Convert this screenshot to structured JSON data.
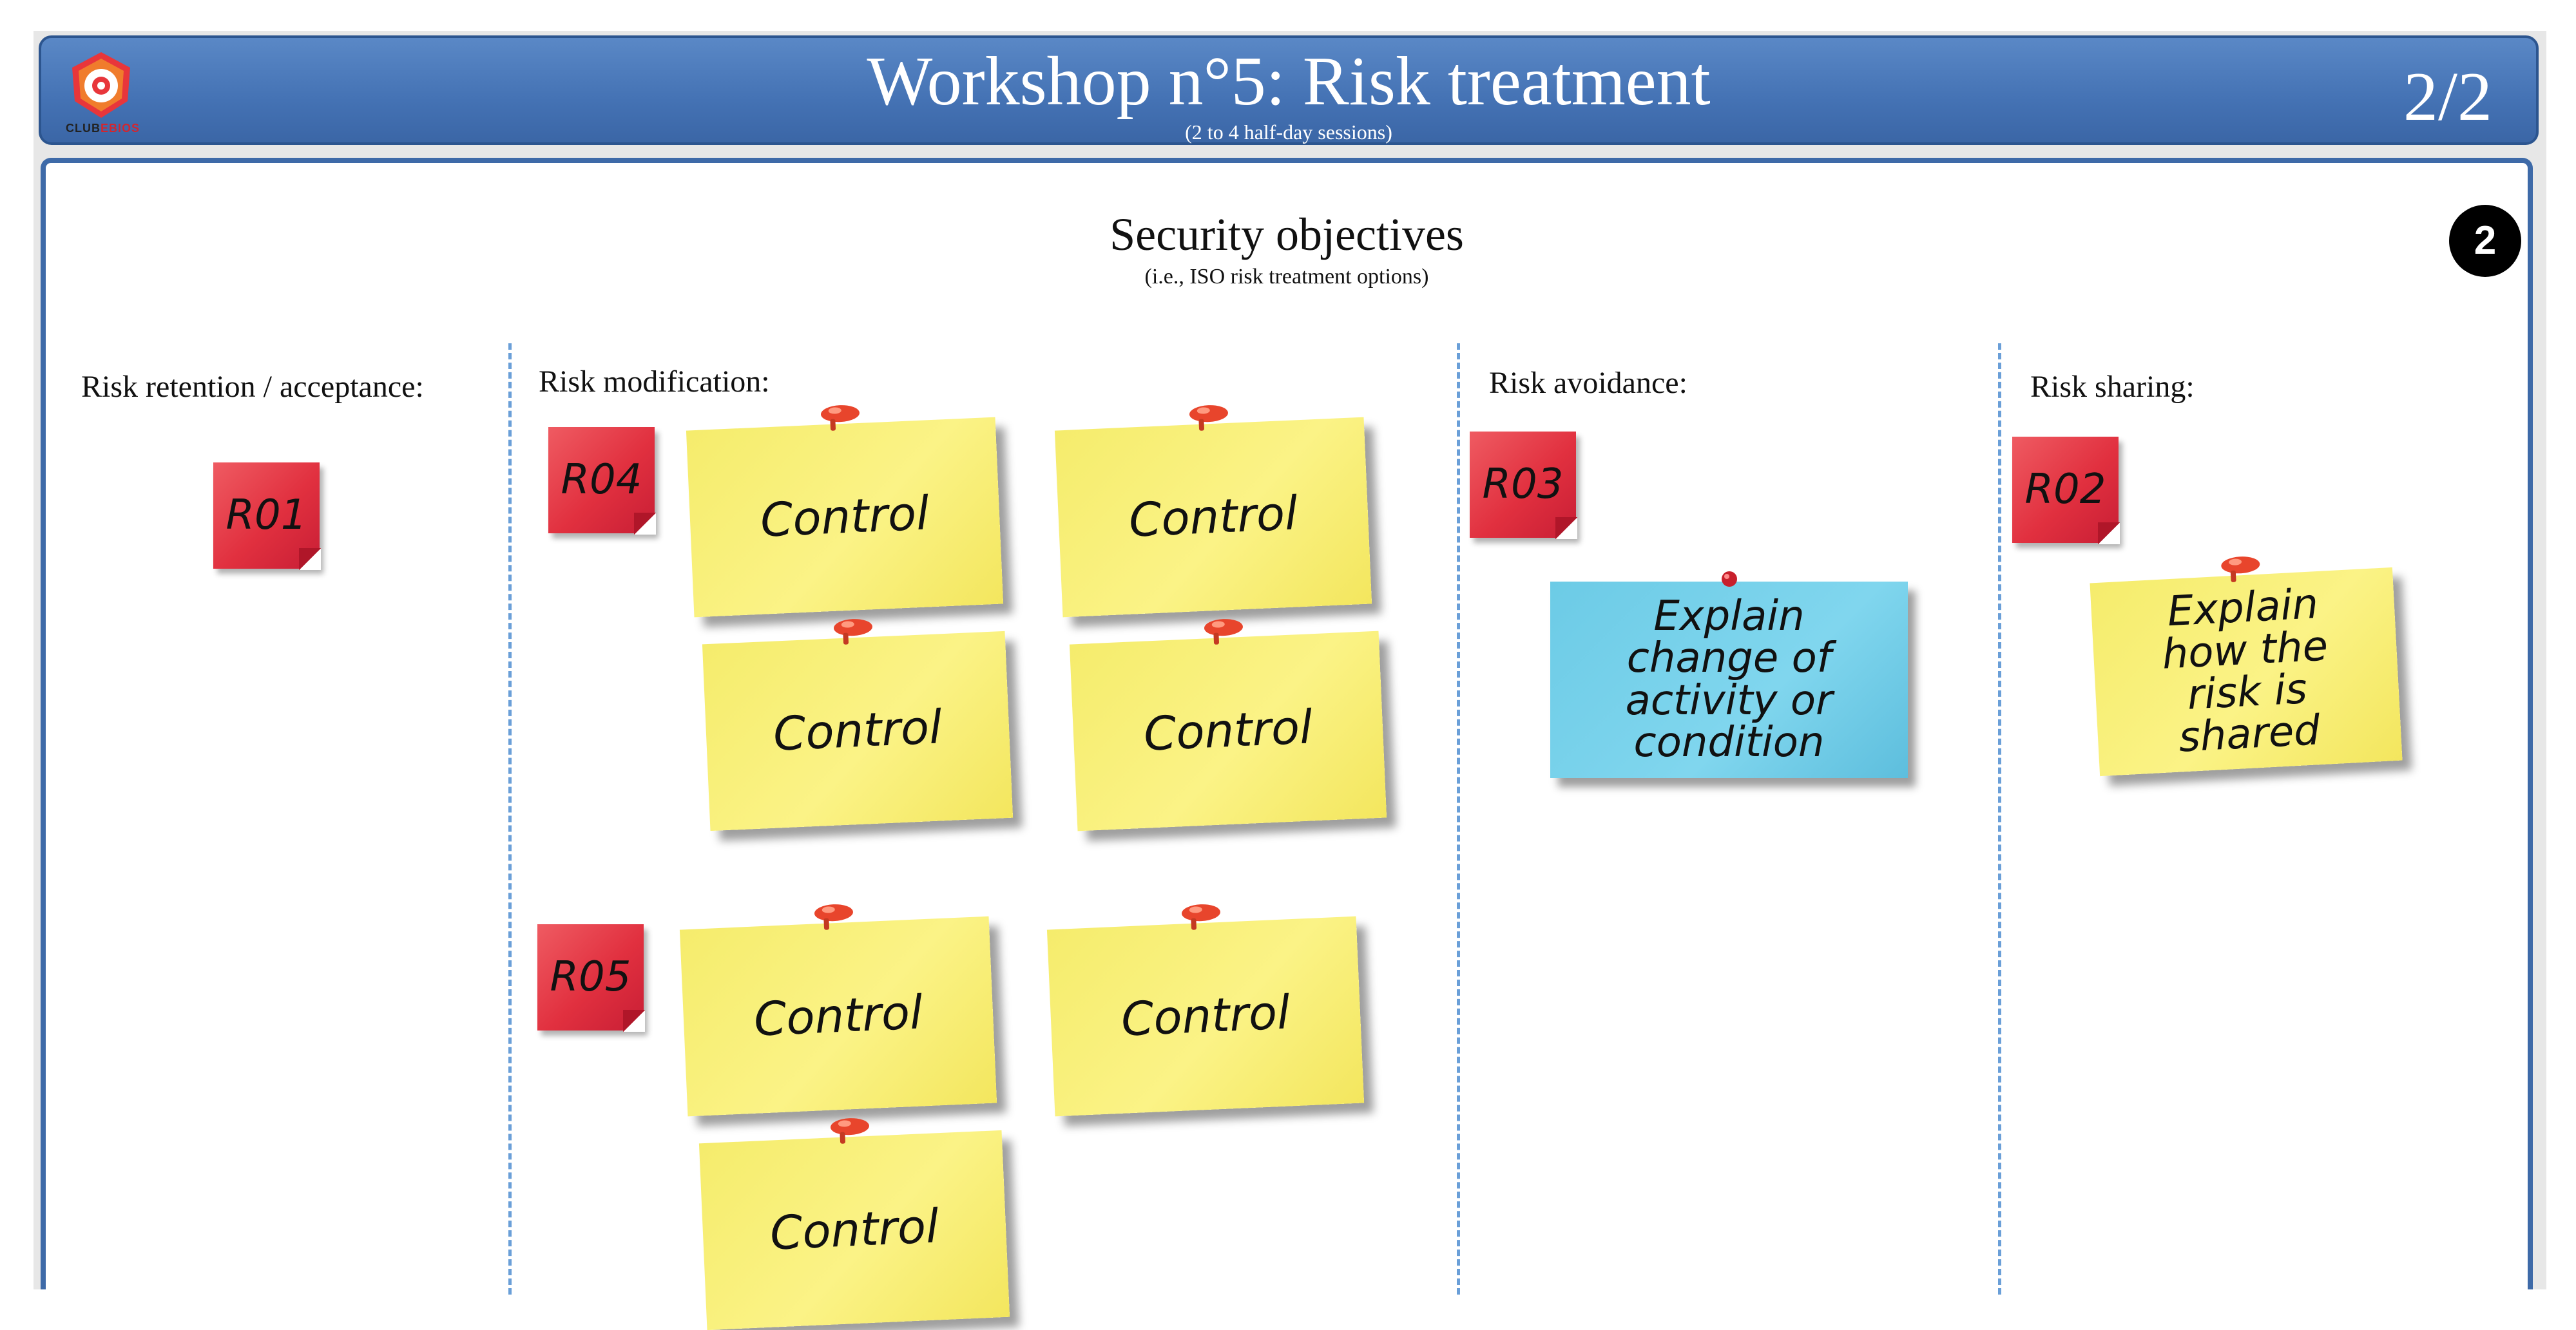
{
  "header": {
    "logo_text_club": "CLUB",
    "logo_text_ebios": "EBIOS",
    "title": "Workshop n°5: Risk treatment",
    "subtitle": "(2 to 4 half-day sessions)",
    "pager": "2/2"
  },
  "board": {
    "title": "Security objectives",
    "subtitle": "(i.e., ISO risk treatment options)",
    "step_number": "2"
  },
  "columns": {
    "retention": "Risk retention / acceptance:",
    "modification": "Risk modification:",
    "avoidance": "Risk avoidance:",
    "sharing": "Risk sharing:"
  },
  "risks": {
    "r01": "R01",
    "r02": "R02",
    "r03": "R03",
    "r04": "R04",
    "r05": "R05"
  },
  "notes": {
    "control": "Control",
    "avoidance": "Explain change of activity or condition",
    "sharing": "Explain how the risk is shared"
  },
  "colors": {
    "header_blue": "#4472b4",
    "board_border": "#3e6aa8",
    "sticky_yellow": "#f8ef78",
    "sticky_blue": "#78d2ea",
    "risk_red": "#e1303f",
    "divider": "#6a9fd8"
  }
}
